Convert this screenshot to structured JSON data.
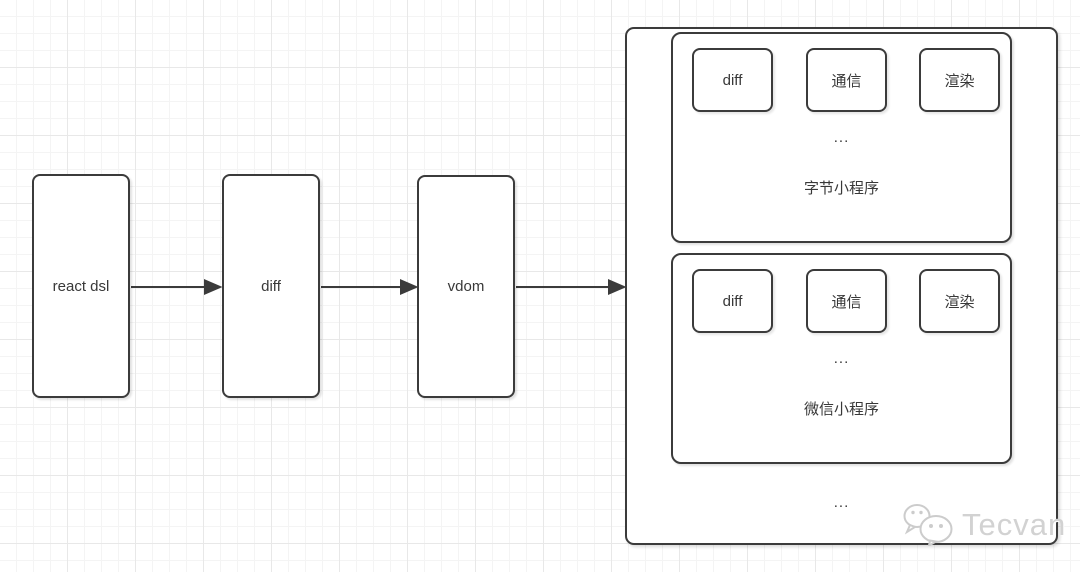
{
  "flow": {
    "boxes": [
      {
        "label": "react dsl"
      },
      {
        "label": "diff"
      },
      {
        "label": "vdom"
      }
    ]
  },
  "platforms": {
    "ellipsis": "...",
    "groups": [
      {
        "label": "字节小程序",
        "ellipsis": "...",
        "modules": [
          {
            "label": "diff"
          },
          {
            "label": "通信"
          },
          {
            "label": "渲染"
          }
        ]
      },
      {
        "label": "微信小程序",
        "ellipsis": "...",
        "modules": [
          {
            "label": "diff"
          },
          {
            "label": "通信"
          },
          {
            "label": "渲染"
          }
        ]
      }
    ]
  },
  "watermark": {
    "brand": "Tecvan",
    "icon": "wechat-logo"
  },
  "colors": {
    "stroke": "#3b3b3b",
    "text": "#383838",
    "watermark": "#d2d2d2",
    "grid_minor": "#f4f4f4",
    "grid_major": "#e8e8e8",
    "background": "#ffffff"
  }
}
